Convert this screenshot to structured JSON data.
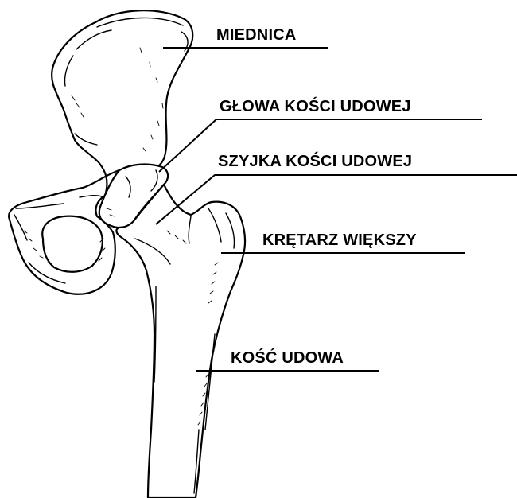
{
  "labels": {
    "pelvis": "MIEDNICA",
    "femoral_head": "GŁOWA KOŚCI UDOWEJ",
    "femoral_neck": "SZYJKA KOŚCI UDOWEJ",
    "greater_trochanter": "KRĘTARZ WIĘKSZY",
    "femur": "KOŚĆ UDOWA"
  }
}
